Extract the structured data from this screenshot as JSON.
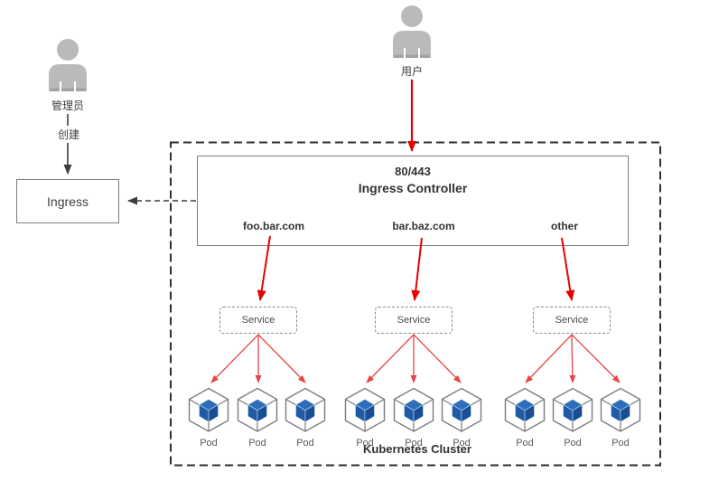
{
  "actors": {
    "admin_label": "管理员",
    "user_label": "用户"
  },
  "edges": {
    "create_label": "创建"
  },
  "ingress": {
    "label": "Ingress"
  },
  "controller": {
    "port": "80/443",
    "title": "Ingress Controller",
    "hosts": [
      "foo.bar.com",
      "bar.baz.com",
      "other"
    ]
  },
  "cluster": {
    "label": "Kubernetes Cluster",
    "service_label": "Service",
    "pod_label": "Pod"
  },
  "icons": {
    "admin": "person-icon",
    "user": "person-icon",
    "pod": "cube-in-hexagon-icon"
  },
  "colors": {
    "arrow_red": "#e60000",
    "fan_red": "#e64545",
    "arrow_dark": "#3d3d3d",
    "pod_blue": "#1d5ba6",
    "person_gray": "#bababa",
    "box_border": "#808080",
    "cluster_border": "#2f2f2f"
  }
}
